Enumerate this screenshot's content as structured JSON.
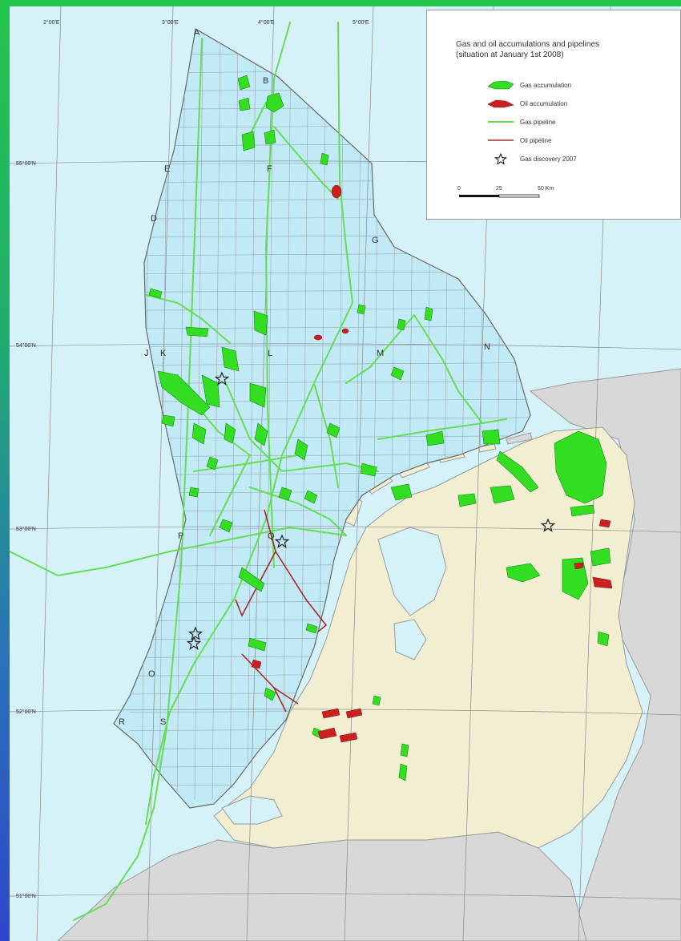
{
  "legend": {
    "title_line1": "Gas and oil accumulations and pipelines",
    "title_line2": "(situation at January 1st 2008)",
    "items": [
      {
        "label": "Gas accumulation",
        "symbol": "gas-accumulation"
      },
      {
        "label": "Oil accumulation",
        "symbol": "oil-accumulation"
      },
      {
        "label": "Gas pipeline",
        "symbol": "gas-pipeline"
      },
      {
        "label": "Oil pipeline",
        "symbol": "oil-pipeline"
      },
      {
        "label": "Gas discovery 2007",
        "symbol": "star-icon"
      }
    ],
    "scale": {
      "labels": [
        "0",
        "25",
        "50 Km"
      ]
    }
  },
  "graticule": {
    "longitudes": [
      "2°00'E",
      "3°00'E",
      "4°00'E",
      "5°00'E"
    ],
    "latitudes": [
      "55°00'N",
      "54°00'N",
      "53°00'N",
      "52°00'N",
      "51°00'N"
    ]
  },
  "block_letters": [
    "A",
    "B",
    "E",
    "F",
    "D",
    "G",
    "J",
    "K",
    "L",
    "M",
    "N",
    "O",
    "P",
    "Q",
    "R",
    "S"
  ],
  "colors": {
    "sea": "#d6f2f9",
    "nl_shelf": "#bfe9f5",
    "land": "#f2eed2",
    "foreign_land": "#d8d8d8",
    "gas": "#33dd22",
    "oil": "#cc2020",
    "gas_pipeline": "#66dd55",
    "oil_pipeline": "#aa2828",
    "grid": "#8a8a8a",
    "frame_top": "#22c64a",
    "frame_bottom": "#2f46cc"
  }
}
